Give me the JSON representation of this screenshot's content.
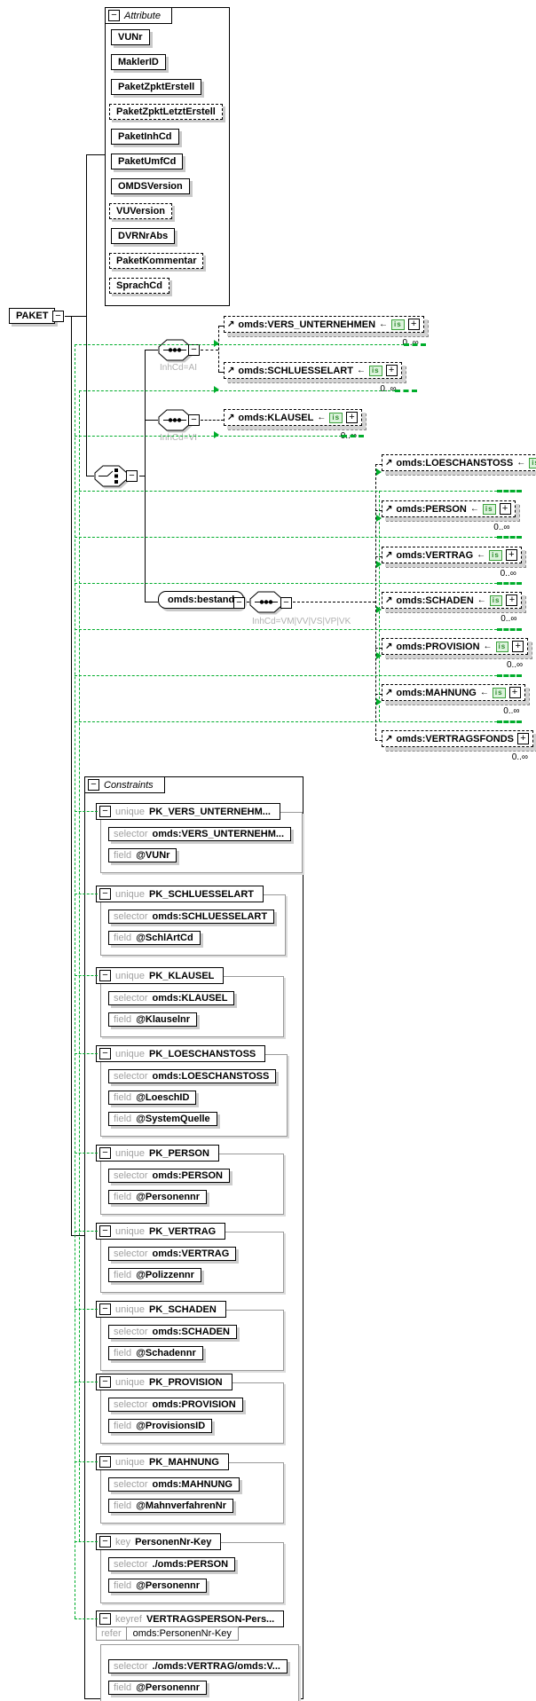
{
  "root": {
    "label": "PAKET"
  },
  "icons": {
    "collapse": "−",
    "expand": "+",
    "ref_arrow": "↗",
    "sub_arrow": "←"
  },
  "attributes_panel": {
    "title": "Attribute",
    "items": [
      {
        "label": "VUNr",
        "optional": false
      },
      {
        "label": "MaklerID",
        "optional": false
      },
      {
        "label": "PaketZpktErstell",
        "optional": false
      },
      {
        "label": "PaketZpktLetztErstell",
        "optional": true
      },
      {
        "label": "PaketInhCd",
        "optional": false
      },
      {
        "label": "PaketUmfCd",
        "optional": false
      },
      {
        "label": "OMDSVersion",
        "optional": false
      },
      {
        "label": "VUVersion",
        "optional": true
      },
      {
        "label": "DVRNrAbs",
        "optional": false
      },
      {
        "label": "PaketKommentar",
        "optional": true
      },
      {
        "label": "SprachCd",
        "optional": true
      }
    ]
  },
  "content_model": {
    "occurrence": "0..∞",
    "is_badge": "is",
    "bestand_label": "omds:bestand",
    "branch_labels": {
      "ai": "InhCd=AI",
      "vi": "InhCd=VI",
      "bestand": "InhCd=VM|VV|VS|VP|VK"
    },
    "elements": [
      {
        "label": "omds:VERS_UNTERNEHMEN"
      },
      {
        "label": "omds:SCHLUESSELART"
      },
      {
        "label": "omds:KLAUSEL"
      },
      {
        "label": "omds:LOESCHANSTOSS"
      },
      {
        "label": "omds:PERSON"
      },
      {
        "label": "omds:VERTRAG"
      },
      {
        "label": "omds:SCHADEN"
      },
      {
        "label": "omds:PROVISION"
      },
      {
        "label": "omds:MAHNUNG"
      },
      {
        "label": "omds:VERTRAGSFONDS"
      }
    ]
  },
  "constraints_panel": {
    "title": "Constraints",
    "labels": {
      "selector": "selector",
      "field": "field",
      "refer": "refer"
    },
    "items": [
      {
        "kind": "unique",
        "name": "PK_VERS_UNTERNEHM...",
        "selector": "omds:VERS_UNTERNEHM...",
        "fields": [
          "@VUNr"
        ]
      },
      {
        "kind": "unique",
        "name": "PK_SCHLUESSELART",
        "selector": "omds:SCHLUESSELART",
        "fields": [
          "@SchlArtCd"
        ]
      },
      {
        "kind": "unique",
        "name": "PK_KLAUSEL",
        "selector": "omds:KLAUSEL",
        "fields": [
          "@Klauselnr"
        ]
      },
      {
        "kind": "unique",
        "name": "PK_LOESCHANSTOSS",
        "selector": "omds:LOESCHANSTOSS",
        "fields": [
          "@LoeschID",
          "@SystemQuelle"
        ]
      },
      {
        "kind": "unique",
        "name": "PK_PERSON",
        "selector": "omds:PERSON",
        "fields": [
          "@Personennr"
        ]
      },
      {
        "kind": "unique",
        "name": "PK_VERTRAG",
        "selector": "omds:VERTRAG",
        "fields": [
          "@Polizzennr"
        ]
      },
      {
        "kind": "unique",
        "name": "PK_SCHADEN",
        "selector": "omds:SCHADEN",
        "fields": [
          "@Schadennr"
        ]
      },
      {
        "kind": "unique",
        "name": "PK_PROVISION",
        "selector": "omds:PROVISION",
        "fields": [
          "@ProvisionsID"
        ]
      },
      {
        "kind": "unique",
        "name": "PK_MAHNUNG",
        "selector": "omds:MAHNUNG",
        "fields": [
          "@MahnverfahrenNr"
        ]
      },
      {
        "kind": "key",
        "name": "PersonenNr-Key",
        "selector": "./omds:PERSON",
        "fields": [
          "@Personennr"
        ]
      },
      {
        "kind": "keyref",
        "name": "VERTRAGSPERSON-Pers...",
        "refer": "omds:PersonenNr-Key",
        "selector": "./omds:VERTRAG/omds:V...",
        "fields": [
          "@Personennr"
        ]
      }
    ]
  }
}
